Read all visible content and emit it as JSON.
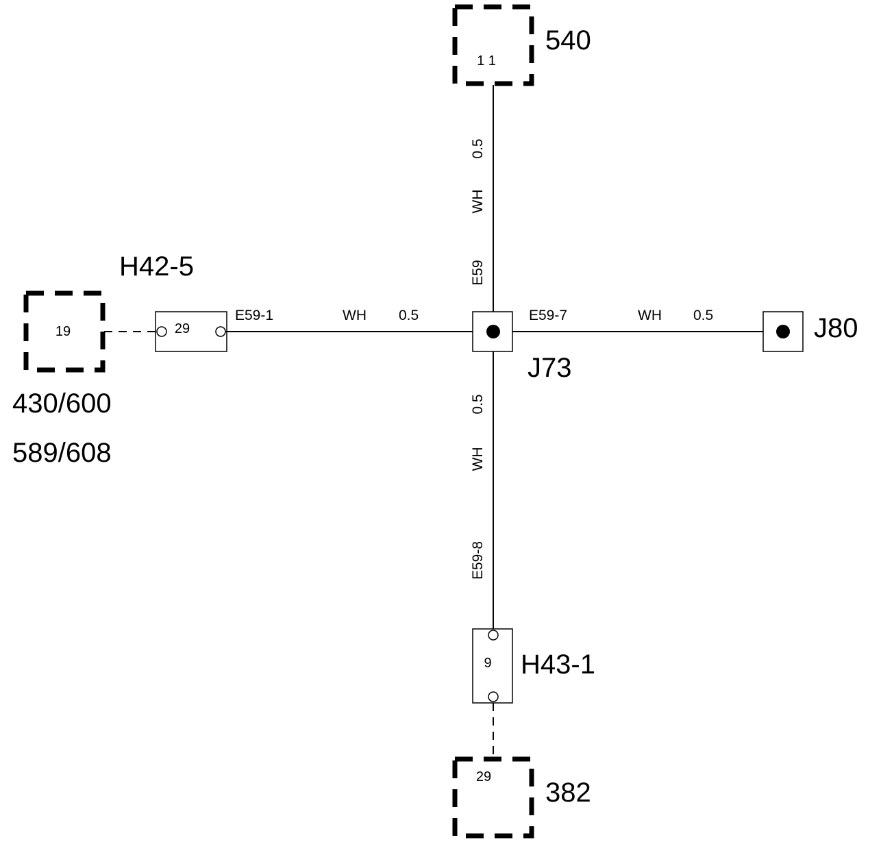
{
  "components": {
    "top": {
      "ref": "540",
      "pin": "1 1"
    },
    "left": {
      "pin": "19",
      "ref_line1": "430/600",
      "ref_line2": "589/608"
    },
    "bottom": {
      "ref": "382",
      "pin": "29"
    }
  },
  "connectors": {
    "h42": {
      "ref": "H42-5",
      "pin": "29"
    },
    "h43": {
      "ref": "H43-1",
      "pin": "9"
    }
  },
  "splices": {
    "center": {
      "ref": "J73"
    },
    "right": {
      "ref": "J80"
    }
  },
  "wires": {
    "left": {
      "id": "E59-1",
      "color": "WH",
      "size": "0.5"
    },
    "right": {
      "id": "E59-7",
      "color": "WH",
      "size": "0.5"
    },
    "top": {
      "id": "E59",
      "color": "WH",
      "size": "0.5"
    },
    "bottom": {
      "id": "E59-8",
      "color": "WH",
      "size": "0.5"
    }
  }
}
